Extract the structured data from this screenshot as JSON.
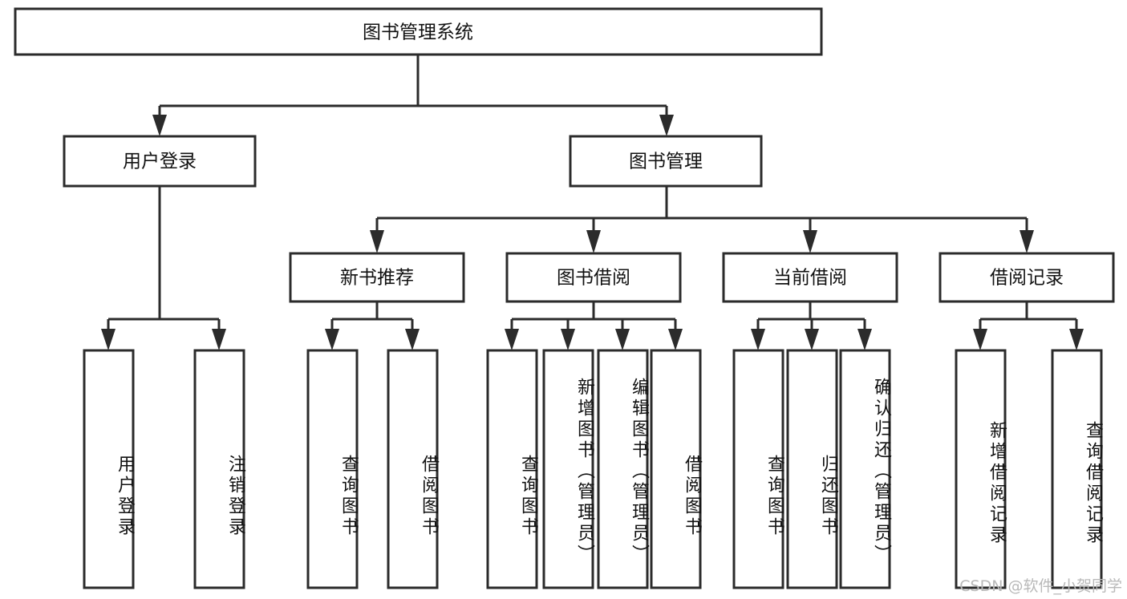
{
  "diagram": {
    "title": "图书管理系统",
    "type": "tree",
    "orientation": "top-down",
    "colors": {
      "stroke": "#2b2b2b",
      "fill": "#ffffff",
      "text": "#111111",
      "watermark": "#b9b9b9"
    },
    "root": {
      "id": "root",
      "label": "图书管理系统",
      "text_direction": "horizontal"
    },
    "level2": [
      {
        "id": "user-login",
        "label": "用户登录",
        "text_direction": "horizontal"
      },
      {
        "id": "book-manage",
        "label": "图书管理",
        "text_direction": "horizontal"
      }
    ],
    "level3": [
      {
        "id": "new-book-recommend",
        "label": "新书推荐",
        "parent": "book-manage",
        "text_direction": "horizontal"
      },
      {
        "id": "book-borrow",
        "label": "图书借阅",
        "parent": "book-manage",
        "text_direction": "horizontal"
      },
      {
        "id": "current-borrow",
        "label": "当前借阅",
        "parent": "book-manage",
        "text_direction": "horizontal"
      },
      {
        "id": "borrow-record",
        "label": "借阅记录",
        "parent": "book-manage",
        "text_direction": "horizontal"
      }
    ],
    "leaves": [
      {
        "id": "leaf-user-login",
        "label": "用户登录",
        "parent": "user-login",
        "text_direction": "vertical"
      },
      {
        "id": "leaf-logout-login",
        "label": "注销登录",
        "parent": "user-login",
        "text_direction": "vertical"
      },
      {
        "id": "leaf-query-book-1",
        "label": "查询图书",
        "parent": "new-book-recommend",
        "text_direction": "vertical"
      },
      {
        "id": "leaf-borrow-book-1",
        "label": "借阅图书",
        "parent": "new-book-recommend",
        "text_direction": "vertical"
      },
      {
        "id": "leaf-query-book-2",
        "label": "查询图书",
        "parent": "book-borrow",
        "text_direction": "vertical"
      },
      {
        "id": "leaf-add-book",
        "label": "新增图书（管理员）",
        "parent": "book-borrow",
        "text_direction": "vertical"
      },
      {
        "id": "leaf-edit-book",
        "label": "编辑图书（管理员）",
        "parent": "book-borrow",
        "text_direction": "vertical"
      },
      {
        "id": "leaf-borrow-book-2",
        "label": "借阅图书",
        "parent": "book-borrow",
        "text_direction": "vertical"
      },
      {
        "id": "leaf-query-book-3",
        "label": "查询图书",
        "parent": "current-borrow",
        "text_direction": "vertical"
      },
      {
        "id": "leaf-return-book",
        "label": "归还图书",
        "parent": "current-borrow",
        "text_direction": "vertical"
      },
      {
        "id": "leaf-confirm-return",
        "label": "确认归还（管理员）",
        "parent": "current-borrow",
        "text_direction": "vertical"
      },
      {
        "id": "leaf-add-record",
        "label": "新增借阅记录",
        "parent": "borrow-record",
        "text_direction": "vertical"
      },
      {
        "id": "leaf-query-record",
        "label": "查询借阅记录",
        "parent": "borrow-record",
        "text_direction": "vertical"
      }
    ],
    "watermark": "CSDN @软件_小贺同学"
  }
}
